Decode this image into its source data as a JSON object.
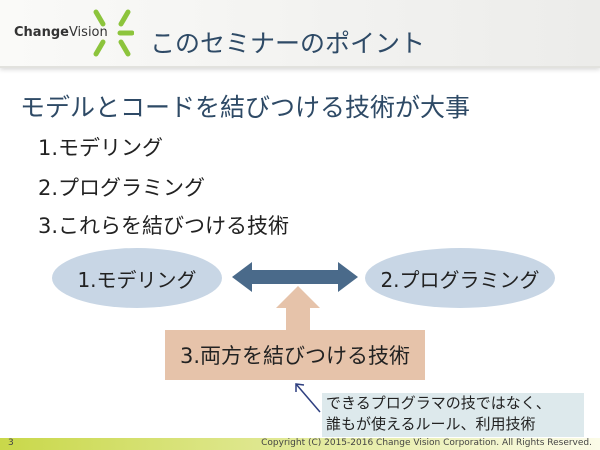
{
  "header": {
    "logo": {
      "bold": "Change",
      "rest": "Vision"
    },
    "title": "このセミナーのポイント"
  },
  "main": {
    "heading": "モデルとコードを結びつける技術が大事",
    "items": [
      "1.モデリング",
      "2.プログラミング",
      "3.これらを結びつける技術"
    ]
  },
  "diagram": {
    "left": "1.モデリング",
    "right": "2.プログラミング",
    "bottom": "3.両方を結びつける技術",
    "note": [
      "できるプログラマの技ではなく、",
      "誰もが使えるルール、利用技術"
    ]
  },
  "footer": {
    "page": "3",
    "copyright": "Copyright (C) 2015-2016 Change Vision Corporation. All Rights Reserved."
  }
}
